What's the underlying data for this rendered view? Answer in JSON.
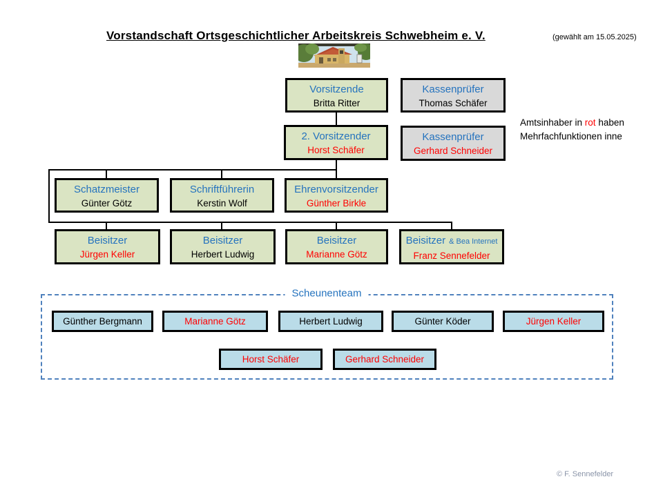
{
  "header": {
    "title": "Vorstandschaft Ortsgeschichtlicher Arbeitskreis Schwebheim e. V.",
    "elected_note": "(gewählt am 15.05.2025)"
  },
  "legend": {
    "line1_pre": "Amtsinhaber in ",
    "line1_red": "rot",
    "line1_post": " haben",
    "line2": "Mehrfachfunktionen inne"
  },
  "org": {
    "boxes": [
      {
        "role": "Vorsitzende",
        "name": "Britta Ritter",
        "name_color": "#000000",
        "bg": "green"
      },
      {
        "role": "Kassenprüfer",
        "name": "Thomas Schäfer",
        "name_color": "#000000",
        "bg": "gray"
      },
      {
        "role": "2. Vorsitzender",
        "name": "Horst Schäfer",
        "name_color": "#FF0000",
        "bg": "green"
      },
      {
        "role": "Kassenprüfer",
        "name": "Gerhard Schneider",
        "name_color": "#FF0000",
        "bg": "gray"
      },
      {
        "role": "Schatzmeister",
        "name": "Günter Götz",
        "name_color": "#000000",
        "bg": "green"
      },
      {
        "role": "Schriftführerin",
        "name": "Kerstin Wolf",
        "name_color": "#000000",
        "bg": "green"
      },
      {
        "role": "Ehrenvorsitzender",
        "name": "Günther Birkle",
        "name_color": "#FF0000",
        "bg": "green"
      },
      {
        "role": "Beisitzer",
        "name": "Jürgen Keller",
        "name_color": "#FF0000",
        "bg": "green"
      },
      {
        "role": "Beisitzer",
        "name": "Herbert Ludwig",
        "name_color": "#000000",
        "bg": "green"
      },
      {
        "role": "Beisitzer",
        "name": "Marianne Götz",
        "name_color": "#FF0000",
        "bg": "green"
      },
      {
        "role": "Beisitzer",
        "role_suffix": "& Bea Internet",
        "name": "Franz Sennefelder",
        "name_color": "#FF0000",
        "bg": "green"
      }
    ]
  },
  "scheunenteam": {
    "title": "Scheunenteam",
    "members": [
      {
        "name": "Günther Bergmann",
        "color": "#000000"
      },
      {
        "name": "Marianne Götz",
        "color": "#FF0000"
      },
      {
        "name": "Herbert Ludwig",
        "color": "#000000"
      },
      {
        "name": "Günter Köder",
        "color": "#000000"
      },
      {
        "name": "Jürgen Keller",
        "color": "#FF0000"
      },
      {
        "name": "Horst Schäfer",
        "color": "#FF0000"
      },
      {
        "name": "Gerhard Schneider",
        "color": "#FF0000"
      }
    ]
  },
  "footer": {
    "credit": "© F. Sennefelder"
  },
  "colors": {
    "role_blue": "#2573be",
    "highlight_red": "#FF0000",
    "box_green": "#dae4c3",
    "box_gray": "#d9d9d9",
    "team_blue": "#badce8",
    "dashed_border": "#4f81bd"
  }
}
